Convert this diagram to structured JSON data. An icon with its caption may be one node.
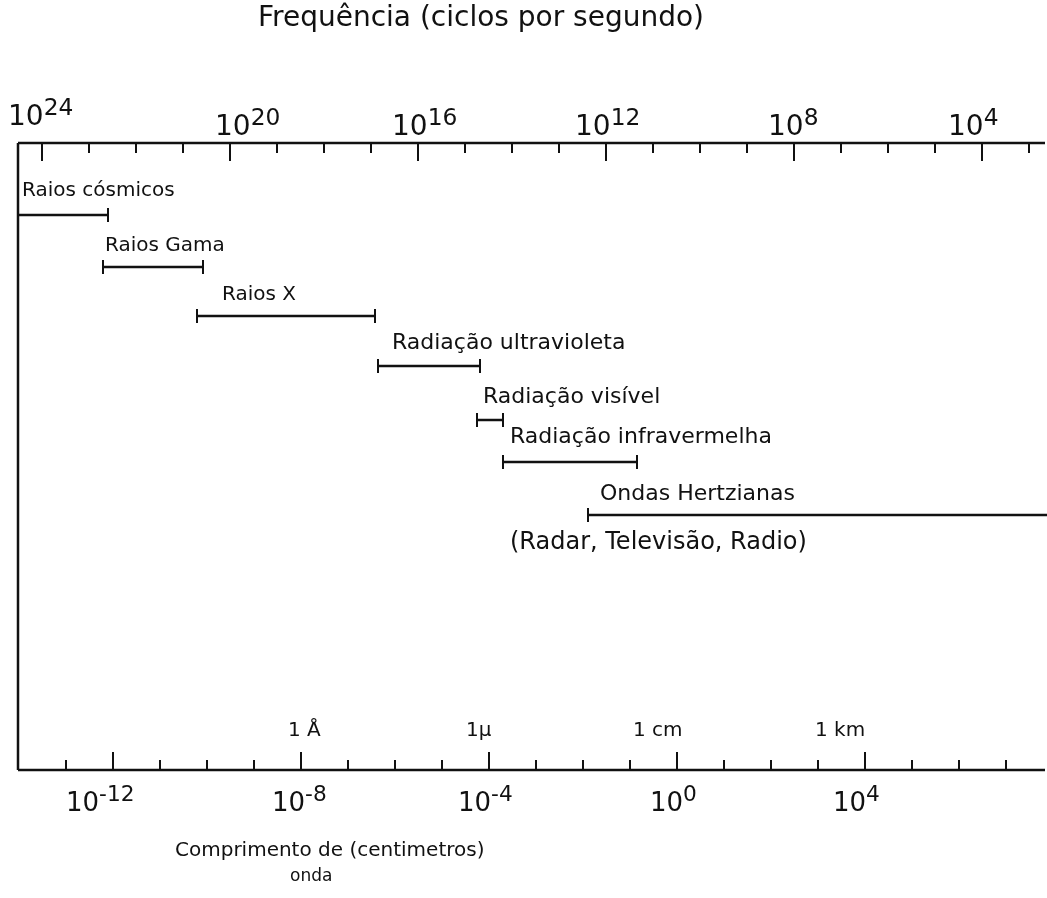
{
  "diagram": {
    "title": "Frequência (ciclos por segundo)",
    "labels": [
      "10$^{24}$",
      "10$^{20}$",
      "10$^{16}$",
      "10$^{12}$",
      "10$^{8}$",
      "10$^{4}$",
      "Raios cósmicos",
      "Raios Gama",
      "Raios X",
      "Radiação ultravioleta",
      "Radiação visível",
      "Radiação infravermelha",
      "Ondas Hertzianas",
      "(Radar, Televisão, Radio)",
      "1 Å",
      "1μ",
      "1 cm",
      "1 km",
      "10$^{-12}$",
      "10$^{-8}$",
      "10$^{-4}$",
      "10$^{0}$",
      "10$^{4}$",
      "Comprimento de (centimetros)",
      "onda"
    ]
  }
}
